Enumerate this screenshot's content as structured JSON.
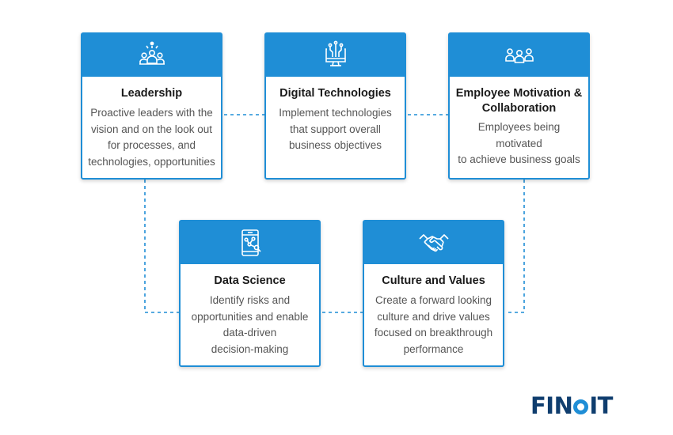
{
  "cards": [
    {
      "title": "Leadership",
      "icon": "leadership-icon",
      "desc": [
        "Proactive leaders with the",
        "vision and on the look out",
        "for processes, and",
        "technologies, opportunities"
      ]
    },
    {
      "title": "Digital Technologies",
      "icon": "digital-monitor-icon",
      "desc": [
        "Implement technologies",
        "that support overall",
        "business objectives"
      ]
    },
    {
      "title": [
        "Employee Motivation &",
        "Collaboration"
      ],
      "icon": "team-icon",
      "desc": [
        "Employees being motivated",
        "to achieve business goals"
      ]
    },
    {
      "title": "Data Science",
      "icon": "data-tablet-icon",
      "desc": [
        "Identify risks and",
        "opportunities and enable",
        "data-driven",
        "decision-making"
      ]
    },
    {
      "title": "Culture and Values",
      "icon": "handshake-icon",
      "desc": [
        "Create a forward looking",
        "culture and drive values",
        "focused on breakthrough",
        "performance"
      ]
    }
  ],
  "logo": {
    "before": "FIN",
    "after": "IT"
  },
  "colors": {
    "accent": "#1f8ed6",
    "logo_text": "#0f3d6e",
    "title_text": "#1a1a1a",
    "body_text": "#555555"
  }
}
